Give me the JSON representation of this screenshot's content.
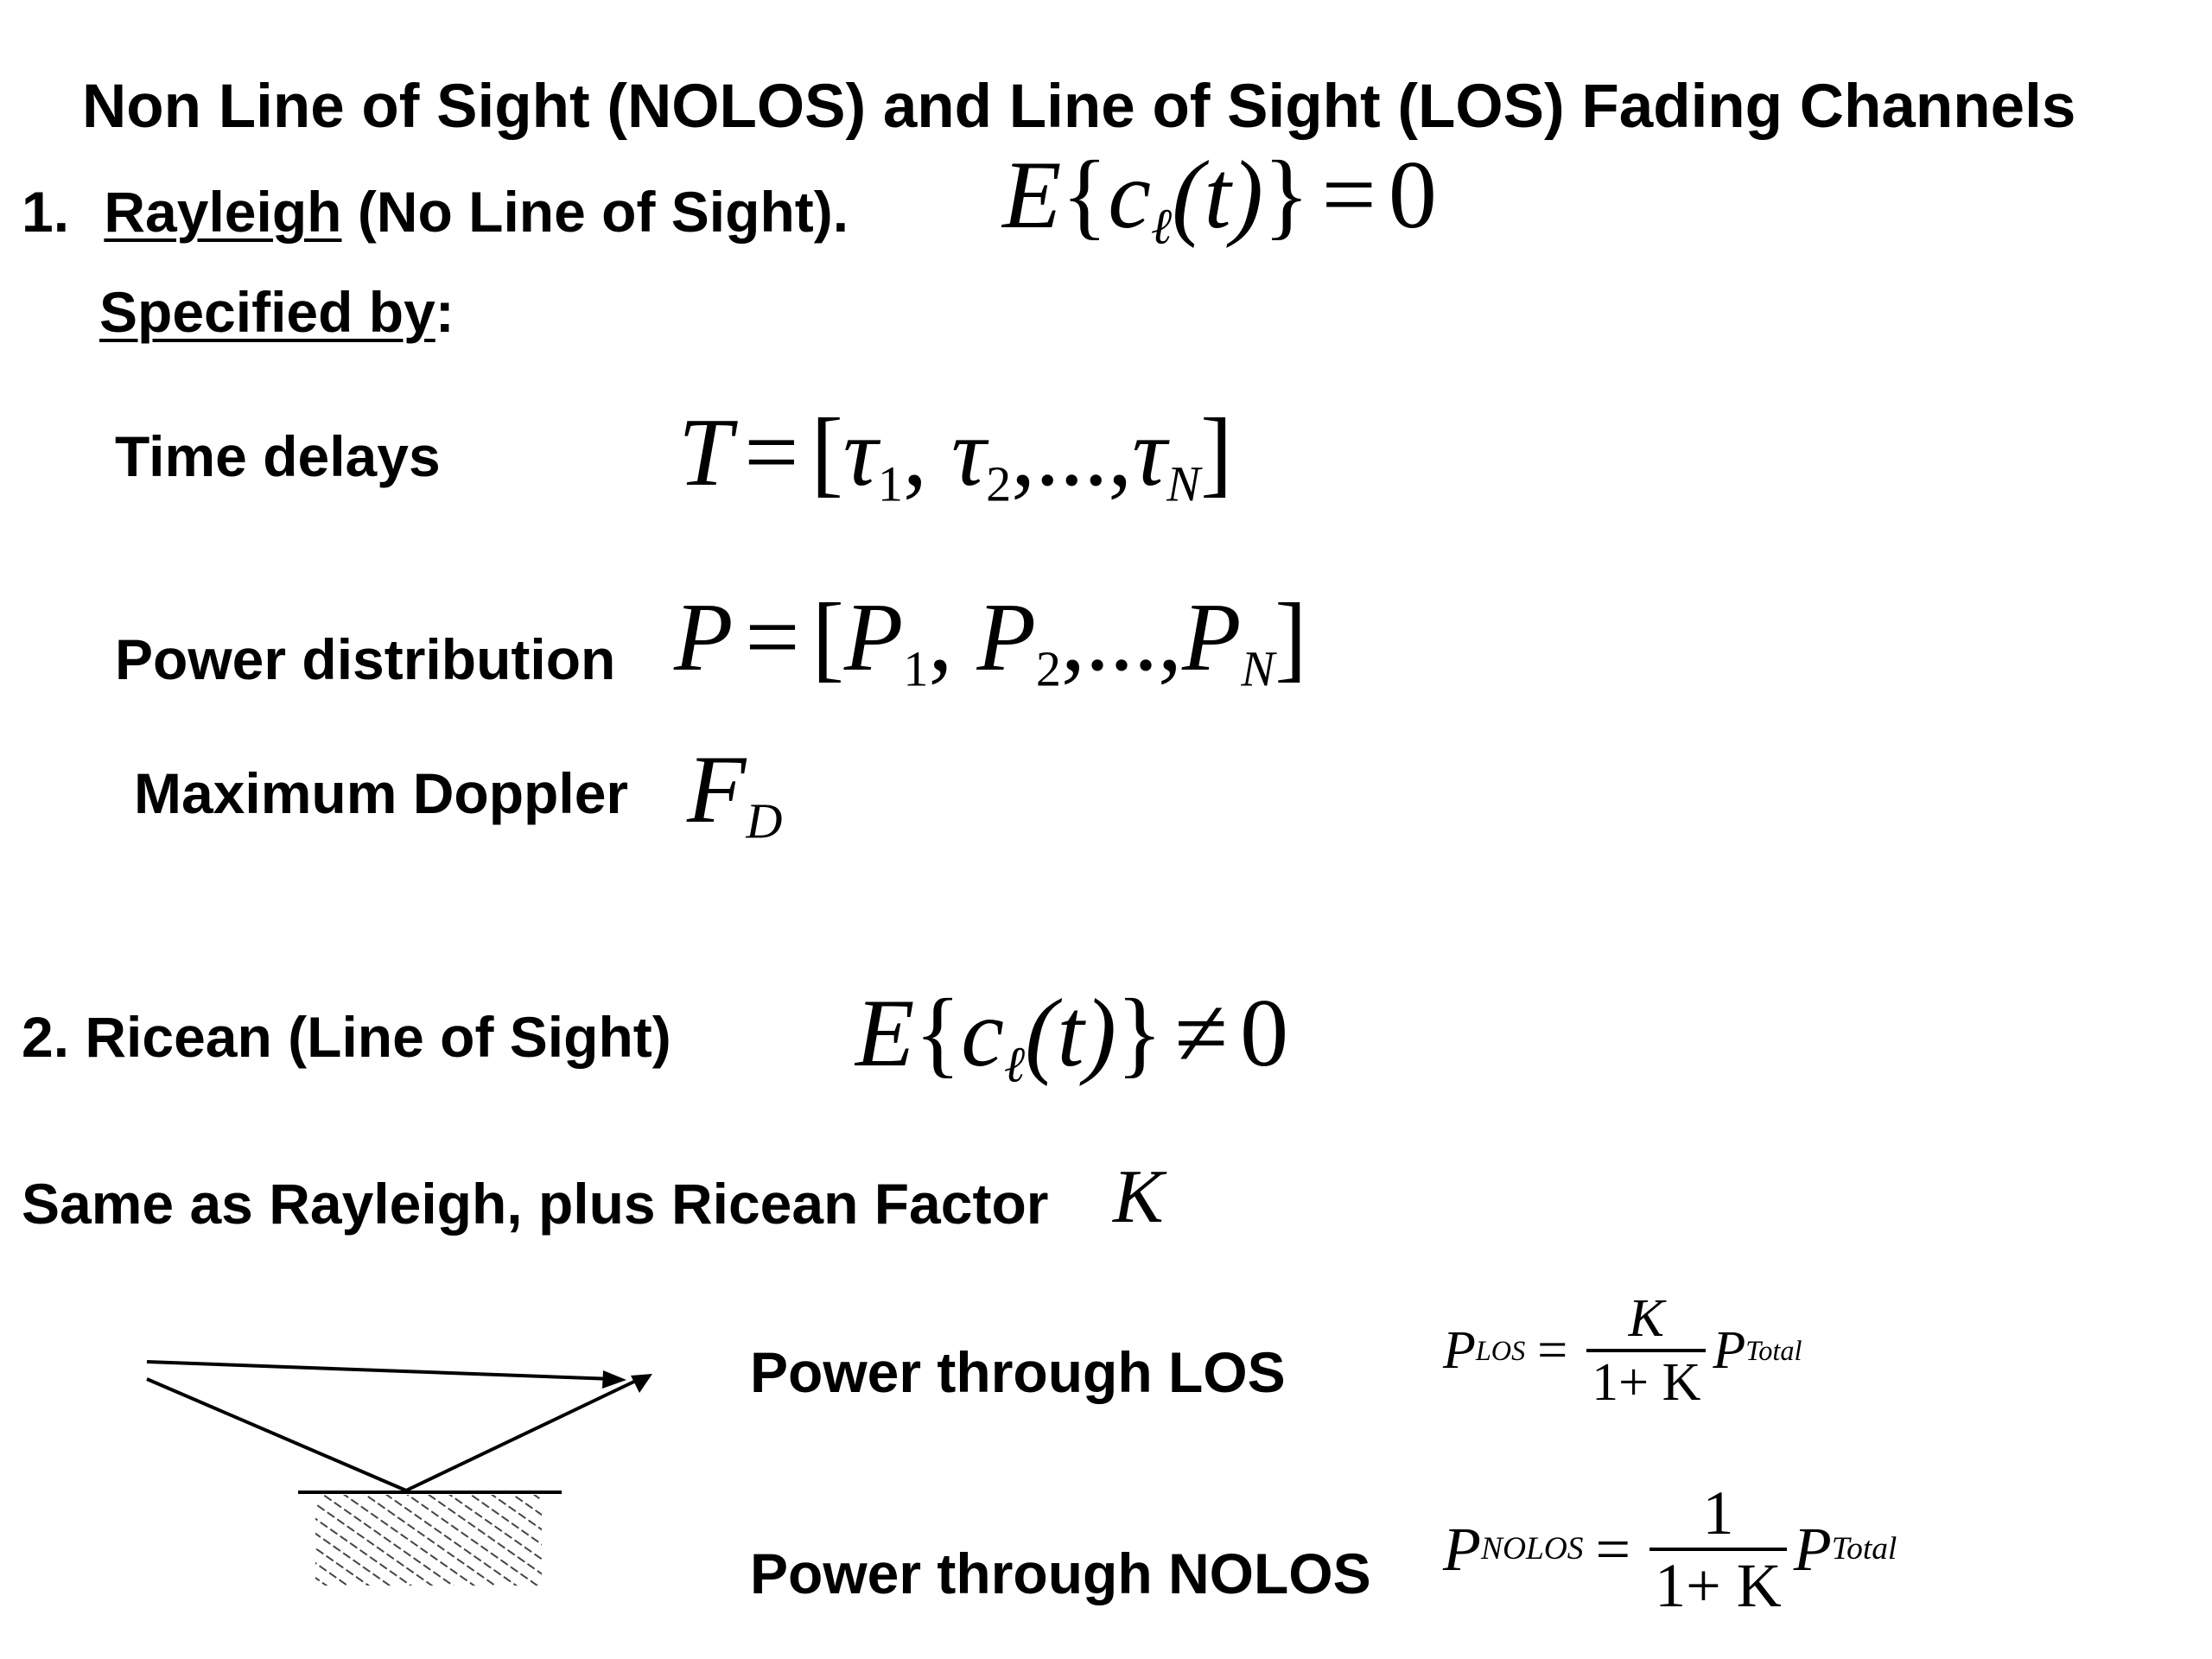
{
  "title": "Non Line of Sight (NOLOS) and Line of Sight (LOS) Fading Channels",
  "section1": {
    "number": "1.",
    "name": "Rayleigh",
    "rest": "(No Line of Sight).",
    "specified": "Specified by",
    "colon": ":",
    "mean_eq": {
      "E": "E",
      "lb": "{",
      "c": "c",
      "sub": "ℓ",
      "t": "(t)",
      "rb": "}",
      "rel": "=",
      "zero": "0"
    },
    "params": [
      {
        "label": "Time delays",
        "lhs": "T",
        "eq": "=",
        "open": "[",
        "sym": "τ",
        "subs": [
          "1",
          "2",
          "N"
        ],
        "dots": ",...,",
        "close": "]"
      },
      {
        "label": "Power distribution",
        "lhs": "P",
        "eq": "=",
        "open": "[",
        "sym": "P",
        "subs": [
          "1",
          "2",
          "N"
        ],
        "dots": ",...,",
        "close": "]"
      },
      {
        "label": "Maximum Doppler",
        "sym": "F",
        "sub": "D"
      }
    ]
  },
  "section2": {
    "heading": "2. Ricean (Line of Sight)",
    "mean_eq": {
      "E": "E",
      "lb": "{",
      "c": "c",
      "sub": "ℓ",
      "t": "(t)",
      "rb": "}",
      "rel": "≠",
      "zero": "0"
    },
    "factor_text": "Same as Rayleigh, plus Ricean Factor",
    "factor_sym": "K",
    "los": {
      "label": "Power through LOS",
      "P": "P",
      "sub": "LOS",
      "eq": "=",
      "num": "K",
      "den": "1+ K",
      "total": "P",
      "total_sub": "Total"
    },
    "nolos": {
      "label": "Power through NOLOS",
      "P": "P",
      "sub": "NOLOS",
      "eq": "=",
      "num": "1",
      "den": "1+ K",
      "total": "P",
      "total_sub": "Total"
    }
  }
}
